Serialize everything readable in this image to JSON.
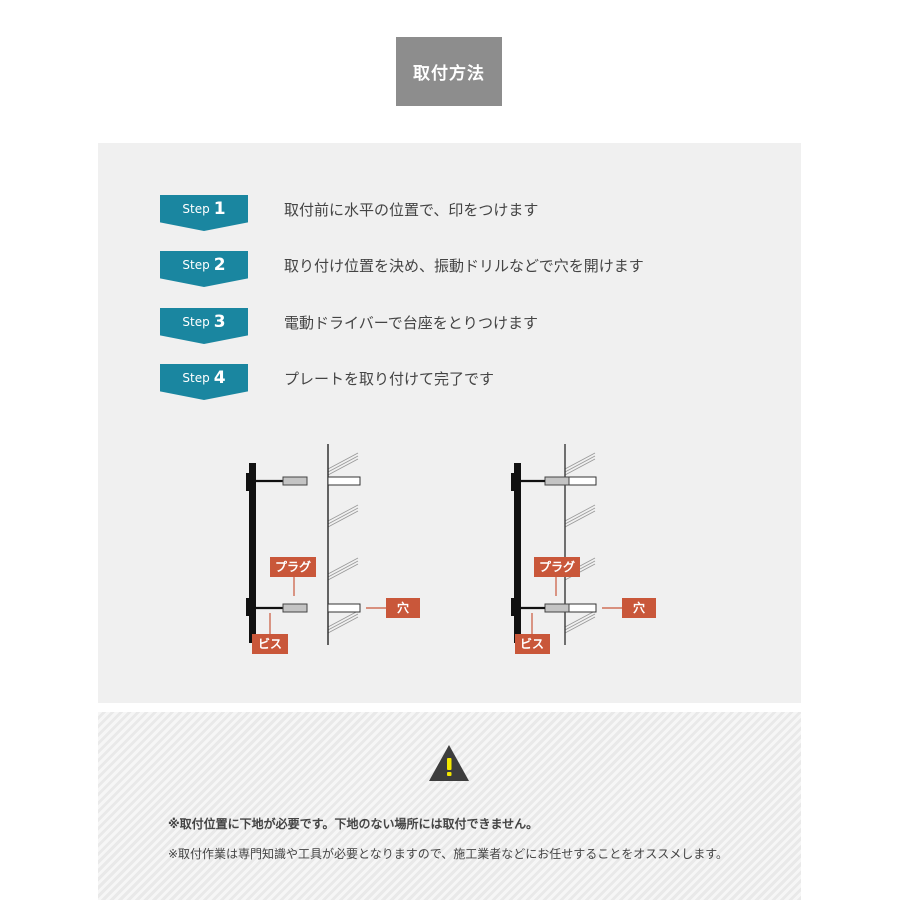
{
  "header": {
    "title": "取付方法"
  },
  "steps": [
    {
      "label": "Step",
      "number": "1",
      "text": "取付前に水平の位置で、印をつけます"
    },
    {
      "label": "Step",
      "number": "2",
      "text": "取り付け位置を決め、振動ドリルなどで穴を開けます"
    },
    {
      "label": "Step",
      "number": "3",
      "text": "電動ドライバーで台座をとりつけます"
    },
    {
      "label": "Step",
      "number": "4",
      "text": "プレートを取り付けて完了です"
    }
  ],
  "diagrams": [
    {
      "labels": {
        "plug": "プラグ",
        "screw": "ビス",
        "hole": "穴"
      }
    },
    {
      "labels": {
        "plug": "プラグ",
        "screw": "ビス",
        "hole": "穴"
      }
    }
  ],
  "caution": {
    "icon": "warning-triangle-icon",
    "notes": [
      "※取付位置に下地が必要です。下地のない場所には取付できません。",
      "※取付作業は専門知識や工具が必要となりますので、施工業者などにお任せすることをオススメします。"
    ]
  },
  "colors": {
    "title_bg": "#8d8d8d",
    "step_badge": "#1a86a0",
    "label_tag": "#c9573a",
    "panel_bg": "#f0f0f0",
    "warning_fill": "#3d3d3d",
    "warning_mark": "#f2e600"
  }
}
